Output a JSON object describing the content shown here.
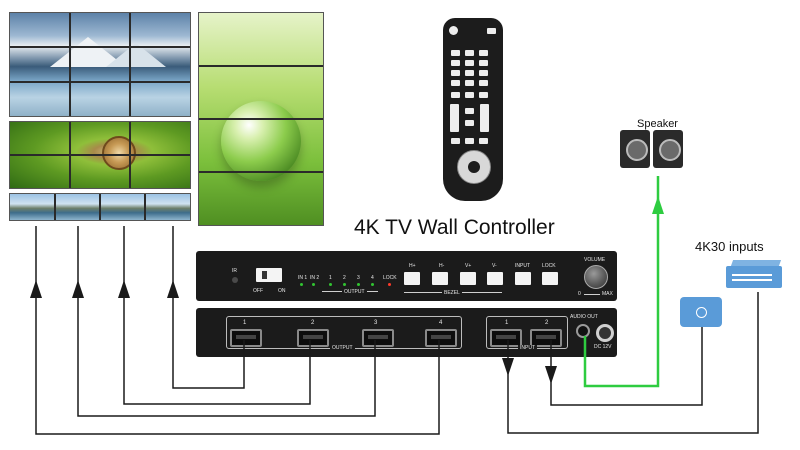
{
  "diagram": {
    "title": "4K TV Wall Controller",
    "speaker_label": "Speaker",
    "inputs_label": "4K30 inputs"
  },
  "front_panel": {
    "ir": "IR",
    "off": "OFF",
    "on": "ON",
    "in1": "IN 1",
    "in2": "IN 2",
    "ch": [
      "1",
      "2",
      "3",
      "4"
    ],
    "lock_led": "LOCK",
    "output_group": "OUTPUT",
    "bezel_group": "BEZEL",
    "buttons": [
      "H+",
      "H-",
      "V+",
      "V-",
      "INPUT",
      "LOCK"
    ],
    "volume": "VOLUME",
    "vol_min": "0",
    "vol_max": "MAX"
  },
  "rear_panel": {
    "output_ports": [
      "1",
      "2",
      "3",
      "4"
    ],
    "output_label": "OUTPUT",
    "input_ports": [
      "1",
      "2"
    ],
    "input_label": "INPUT",
    "audio_out": "AUDIO OUT",
    "dc": "DC 12V"
  },
  "colors": {
    "audio_line": "#2ecc40",
    "signal_line": "#1a1a1a",
    "device_blue": "#5a9bd8"
  }
}
